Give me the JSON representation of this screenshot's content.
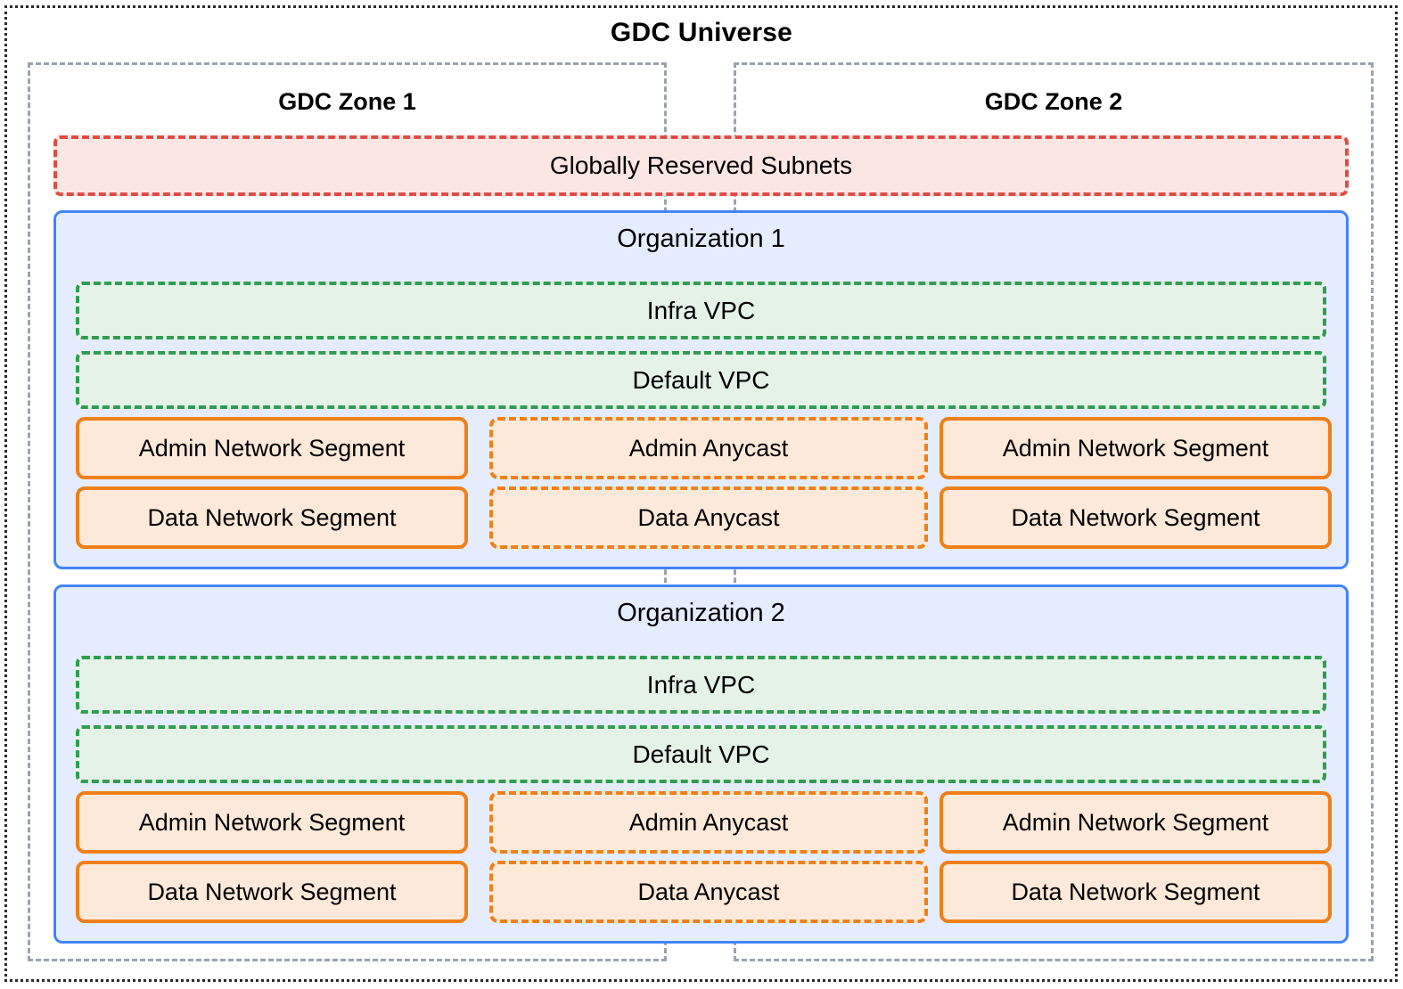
{
  "diagram": {
    "title": "GDC Universe",
    "colors": {
      "universe_border": "#2b2b2b",
      "zone_border": "#9aa3ad",
      "reserved_border": "#e04b43",
      "reserved_fill": "#fce6e4",
      "org_border": "#4285f4",
      "org_fill": "#e5ecfd",
      "vpc_border": "#2f9e51",
      "vpc_fill": "#e5f2e8",
      "segment_border": "#ef8019",
      "segment_fill": "#fde9d9"
    },
    "zones": [
      {
        "label": "GDC Zone 1"
      },
      {
        "label": "GDC Zone 2"
      }
    ],
    "reserved_subnets": {
      "label": "Globally Reserved Subnets"
    },
    "organizations": [
      {
        "label": "Organization 1",
        "vpcs": [
          {
            "label": "Infra VPC"
          },
          {
            "label": "Default VPC"
          }
        ],
        "rows": [
          {
            "zone1": "Admin Network Segment",
            "shared": "Admin Anycast",
            "zone2": "Admin Network Segment"
          },
          {
            "zone1": "Data Network Segment",
            "shared": "Data Anycast",
            "zone2": "Data Network Segment"
          }
        ]
      },
      {
        "label": "Organization 2",
        "vpcs": [
          {
            "label": "Infra VPC"
          },
          {
            "label": "Default VPC"
          }
        ],
        "rows": [
          {
            "zone1": "Admin Network Segment",
            "shared": "Admin Anycast",
            "zone2": "Admin Network Segment"
          },
          {
            "zone1": "Data Network Segment",
            "shared": "Data Anycast",
            "zone2": "Data Network Segment"
          }
        ]
      }
    ]
  }
}
